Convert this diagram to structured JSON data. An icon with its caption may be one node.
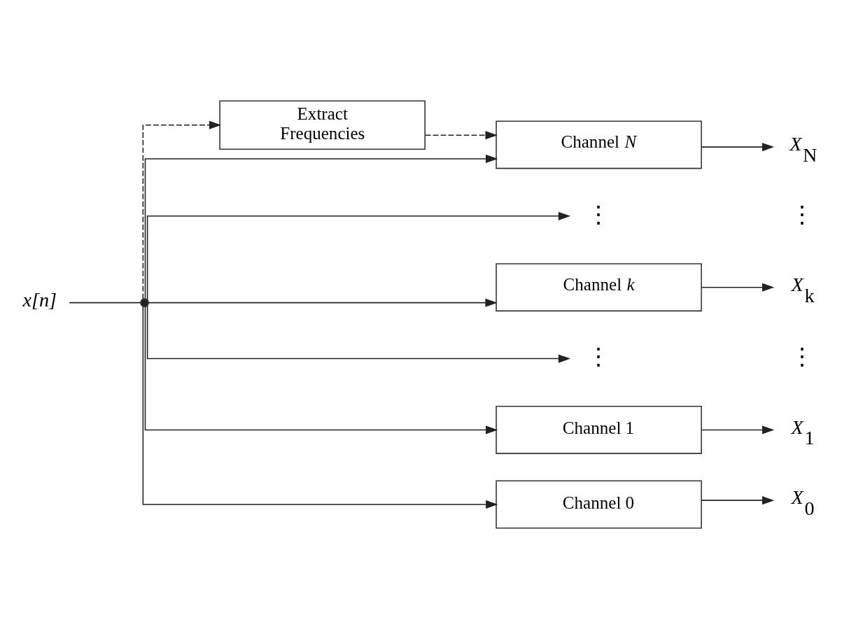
{
  "diagram": {
    "nodes": [
      {
        "text": [
          "x[n]"
        ]
      },
      {
        "text": [],
        "shape": "circle"
      },
      {
        "text": [
          "Extract Frequencies"
        ]
      },
      {
        "text": [
          "Channel *N*"
        ]
      },
      {
        "text": [
          "⋮"
        ]
      },
      {
        "text": [
          "Channel *k*"
        ]
      },
      {
        "text": [
          "⋮"
        ]
      },
      {
        "text": [
          "Channel 1"
        ]
      },
      {
        "text": [
          "Channel 0"
        ]
      },
      {
        "text": [
          "*X*$_{N}$"
        ]
      },
      {
        "text": [
          "*X*$_{k}$"
        ]
      },
      {
        "text": [
          "*X*$_{1}$"
        ]
      },
      {
        "text": [
          "*X*$_{0}$"
        ]
      }
    ],
    "edges": [
      {
        "from": 0,
        "to": 1,
        "arrow": "none"
      },
      {
        "from": 1,
        "to": 2,
        "arrow": "to",
        "style": "dashed"
      },
      {
        "from": 2,
        "to": 3,
        "arrow": "to",
        "style": "dashed"
      },
      {
        "from": 1,
        "to": 3,
        "arrow": "to"
      },
      {
        "from": 1,
        "to": 4,
        "arrow": "to"
      },
      {
        "from": 1,
        "to": 5,
        "arrow": "to"
      },
      {
        "from": 1,
        "to": 6,
        "arrow": "to"
      },
      {
        "from": 1,
        "to": 7,
        "arrow": "to"
      },
      {
        "from": 1,
        "to": 8,
        "arrow": "to"
      },
      {
        "from": 3,
        "to": 9,
        "arrow": "to"
      },
      {
        "from": 5,
        "to": 10,
        "arrow": "to"
      },
      {
        "from": 7,
        "to": 11,
        "arrow": "to"
      },
      {
        "from": 8,
        "to": 12,
        "arrow": "to"
      }
    ],
    "labels": [
      "⋮",
      "⋮"
    ]
  }
}
